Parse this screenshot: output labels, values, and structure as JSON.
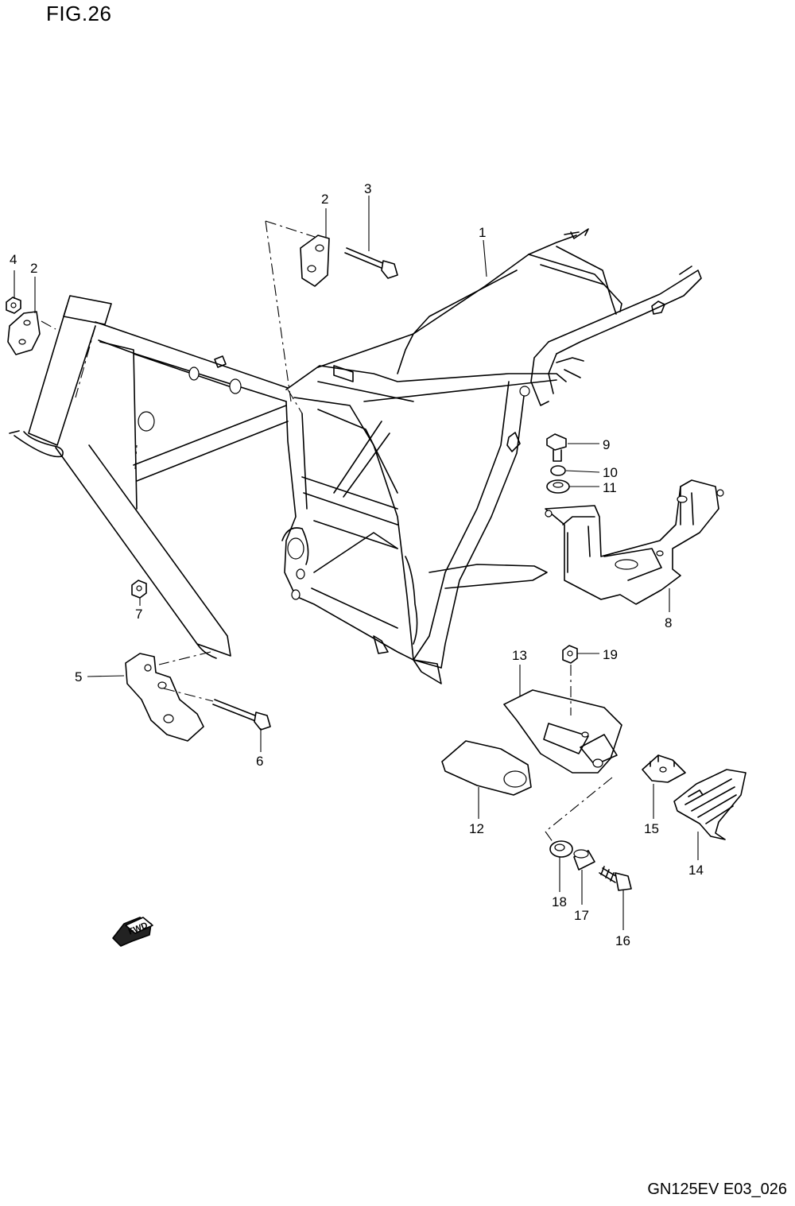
{
  "figure": {
    "title": "FIG.26",
    "footer_code": "GN125EV E03_026",
    "fwd_label": "FWD"
  },
  "callouts": {
    "c1": "1",
    "c2a": "2",
    "c2b": "2",
    "c3": "3",
    "c4": "4",
    "c5": "5",
    "c6": "6",
    "c7": "7",
    "c8": "8",
    "c9": "9",
    "c10": "10",
    "c11": "11",
    "c12": "12",
    "c13": "13",
    "c14": "14",
    "c15": "15",
    "c16": "16",
    "c17": "17",
    "c18": "18",
    "c19": "19"
  },
  "colors": {
    "line": "#000000",
    "background": "#ffffff"
  }
}
